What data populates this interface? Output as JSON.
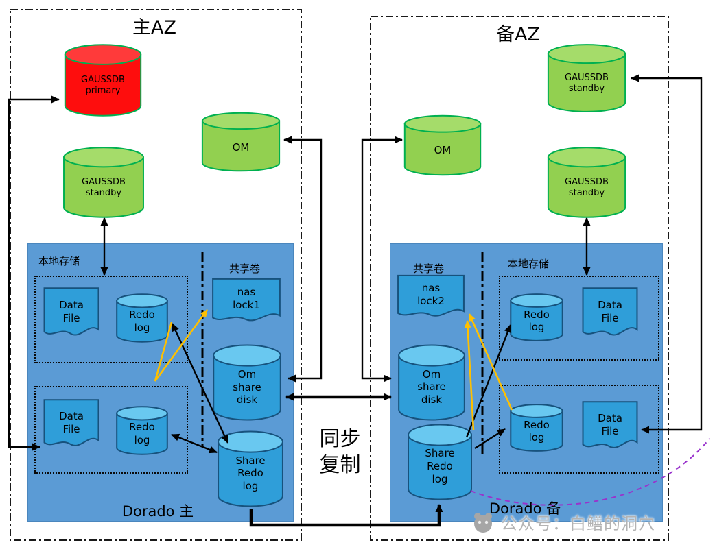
{
  "colors": {
    "green_fill": "#92d050",
    "green_stroke": "#00b050",
    "red_fill": "#fe0d0d",
    "blue_panel": "#5b9bd5",
    "blue_shape_fill": "#2f9ed9",
    "blue_shape_stroke": "#17527d",
    "orange_arrow": "#ffc000",
    "purple_dashed_line": "#9933cc"
  },
  "left_az": {
    "title": "主AZ",
    "gaussdb_primary_label": "GAUSSDB\nprimary",
    "gaussdb_standby_label": "GAUSSDB\nstandby",
    "om_label": "OM",
    "dorado_title": "Dorado 主",
    "local_storage_label": "本地存储",
    "shared_volume_label": "共享卷",
    "data_file_top_label": "Data\nFile",
    "redo_log_top_label": "Redo\nlog",
    "data_file_bottom_label": "Data\nFile",
    "redo_log_bottom_label": "Redo\nlog",
    "nas_lock_label": "nas\nlock1",
    "om_share_disk_label": "Om\nshare\ndisk",
    "share_redo_log_label": "Share\nRedo\nlog"
  },
  "right_az": {
    "title": "备AZ",
    "gaussdb_standby_top_label": "GAUSSDB\nstandby",
    "gaussdb_standby_label": "GAUSSDB\nstandby",
    "om_label": "OM",
    "dorado_title": "Dorado 备",
    "local_storage_label": "本地存储",
    "shared_volume_label": "共享卷",
    "data_file_top_label": "Data\nFile",
    "redo_log_top_label": "Redo\nlog",
    "data_file_bottom_label": "Data\nFile",
    "redo_log_bottom_label": "Redo\nlog",
    "nas_lock_label": "nas\nlock2",
    "om_share_disk_label": "Om\nshare\ndisk",
    "share_redo_log_label": "Share\nRedo\nlog"
  },
  "center": {
    "sync_replication_label": "同步\n复制"
  },
  "watermark": {
    "text": "公众号：白鳝的洞穴"
  }
}
